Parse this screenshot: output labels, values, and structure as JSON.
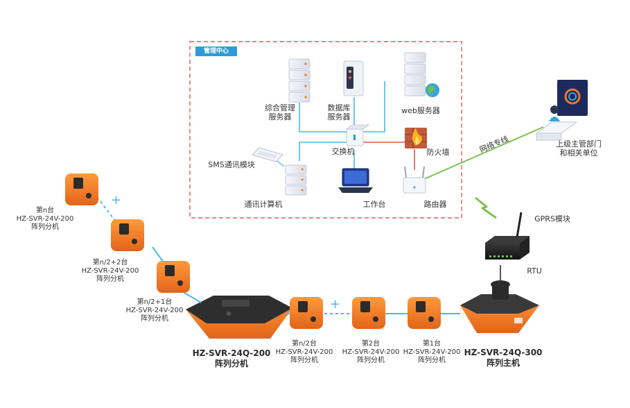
{
  "management_center": {
    "title": "管理中心",
    "nodes": {
      "integrated_server": "综合管理\n服务器",
      "database_server": "数据库\n服务器",
      "web_server": "web服务器",
      "switch": "交换机",
      "firewall": "防火墙",
      "sms_module": "SMS通讯模块",
      "comm_computer": "通讯计算机",
      "workstation": "工作台",
      "router": "路由器"
    }
  },
  "network_line_label": "网络专线",
  "superior_unit": "上级主管部门\n和相关单位",
  "gprs_module": "GPRS模块",
  "rtu": "RTU",
  "plus_symbol": "+",
  "units": {
    "main_unit": "HZ-SVR-24Q-300\n阵列主机",
    "sub_hub": "HZ-SVR-24Q-200\n阵列分机",
    "node_1": "第1台\nHZ-SVR-24V-200\n阵列分机",
    "node_2": "第2台\nHZ-SVR-24V-200\n阵列分机",
    "node_n2": "第n/2台\nHZ-SVR-24V-200\n阵列分机",
    "node_n2_plus1": "第n/2+1台\nHZ-SVR-24V-200\n阵列分机",
    "node_n2_plus2": "第n/2+2台\nHZ-SVR-24V-200\n阵列分机",
    "node_n": "第n台\nHZ-SVR-24V-200\n阵列分机"
  },
  "colors": {
    "device_orange": "#f07a22",
    "link_blue": "#4bb8e8",
    "firewall_red": "#e2554b",
    "network_green": "#7dc24a",
    "region_border": "#e05a5a",
    "region_tag": "#2e9bd6"
  }
}
